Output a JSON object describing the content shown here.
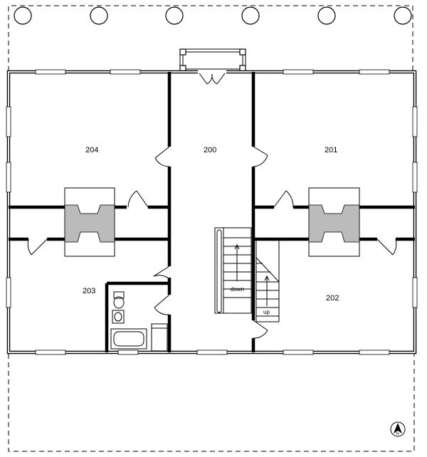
{
  "rooms": {
    "r200": "200",
    "r201": "201",
    "r202": "202",
    "r203": "203",
    "r204": "204"
  },
  "stairs": {
    "down": "down",
    "up": "up"
  },
  "north_arrow": {
    "letter": "N"
  }
}
